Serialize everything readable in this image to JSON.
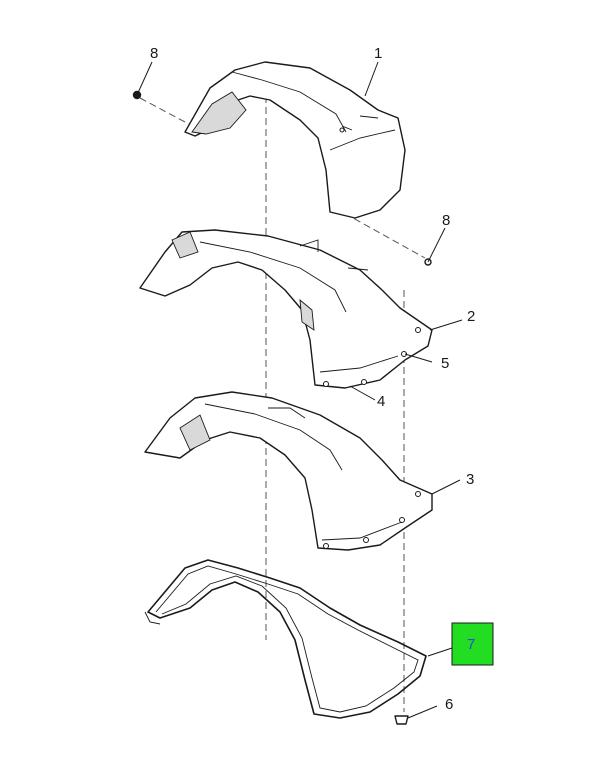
{
  "callouts": {
    "c1": "1",
    "c2": "2",
    "c3": "3",
    "c4": "4",
    "c5": "5",
    "c6": "6",
    "c7": "7",
    "c8a": "8",
    "c8b": "8"
  },
  "colors": {
    "highlight": "#22dd22",
    "line": "#1a1a1a"
  }
}
